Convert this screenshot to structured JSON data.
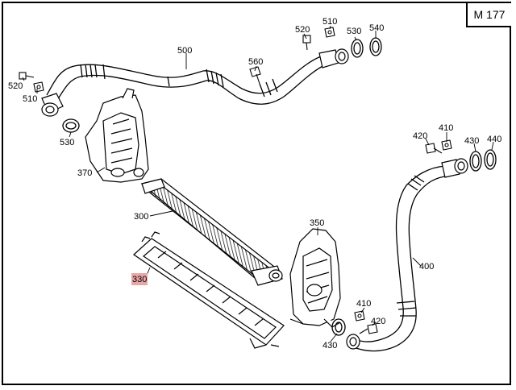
{
  "diagram": {
    "model_code": "M 177",
    "highlight_color": "#e8a6a6",
    "callouts": {
      "p500": "500",
      "p520_top": "520",
      "p510_top": "510",
      "p530_top": "530",
      "p540_top": "540",
      "p560": "560",
      "p520_left": "520",
      "p510_left": "510",
      "p530_left": "530",
      "p370": "370",
      "p300": "300",
      "p330": "330",
      "p350": "350",
      "p420_right": "420",
      "p410_right": "410",
      "p430_right": "430",
      "p440_right": "440",
      "p400": "400",
      "p410_bottom": "410",
      "p420_bottom": "420",
      "p430_bottom": "430"
    }
  }
}
